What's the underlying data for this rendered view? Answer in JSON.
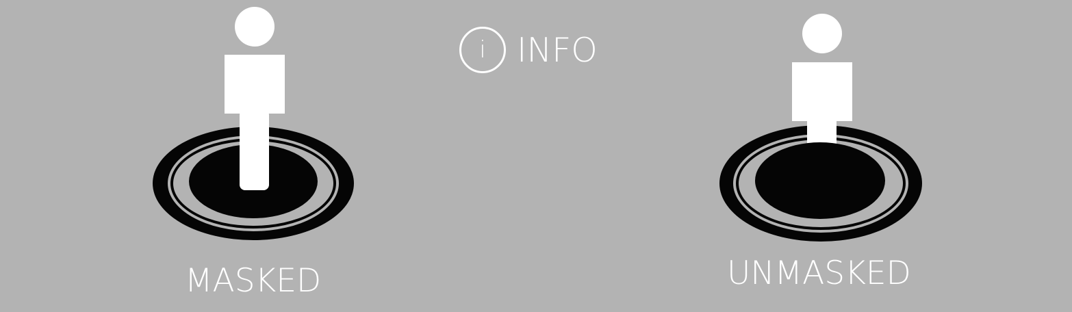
{
  "info": {
    "icon_name": "info-icon",
    "icon_glyph": "i",
    "label": "INFO"
  },
  "figures": [
    {
      "label": "MASKED",
      "icon_name": "person-icon",
      "platform_icon_name": "platform-icon"
    },
    {
      "label": "UNMASKED",
      "icon_name": "person-icon",
      "platform_icon_name": "platform-icon"
    }
  ],
  "colors": {
    "background": "#b3b3b3",
    "figure": "#ffffff",
    "platform": "#050505",
    "text": "#ffffff"
  }
}
